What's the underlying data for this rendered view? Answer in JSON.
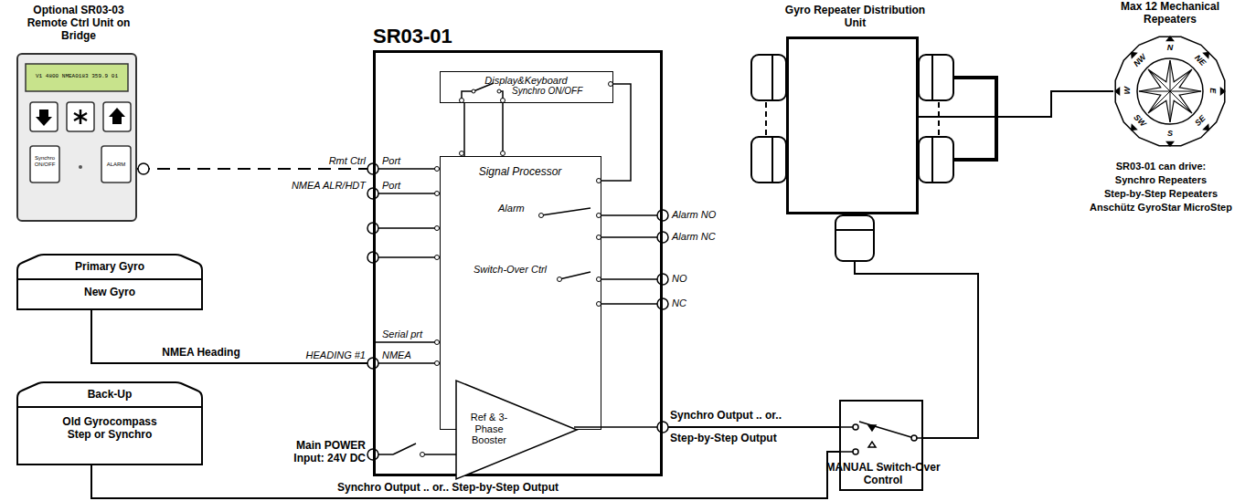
{
  "diagram": {
    "nodes": [
      {
        "text": [
          "Optional SR03-03 Remote Ctrl Unit on Bridge"
        ]
      },
      {
        "text": [
          "SR03-01"
        ]
      },
      {
        "text": [
          "Display&Keyboard"
        ],
        "in": 1
      },
      {
        "text": [
          "Signal Processor"
        ],
        "in": 1
      },
      {
        "text": [
          "Ref & 3-Phase Booster"
        ],
        "in": 3
      },
      {
        "text": [
          "Primary Gyro",
          "New Gyro"
        ]
      },
      {
        "text": [
          "Back-Up",
          "Old Gyrocompass Step or Synchro"
        ]
      },
      {
        "text": [
          "Gyro Repeater Distribution Unit"
        ]
      },
      {
        "text": [
          "Max 12 Mechanical Repeaters"
        ]
      },
      {
        "text": [
          "MANUAL Switch-Over Control"
        ]
      }
    ],
    "edges": [
      {
        "from": 0,
        "to": 1,
        "arrow": "none"
      },
      {
        "from": 5,
        "to": 1,
        "label": "NMEA Heading",
        "arrow": "none"
      },
      {
        "from": 1,
        "to": 9,
        "label": "Synchro Output .. or..",
        "arrow": "none"
      },
      {
        "from": 6,
        "to": 9,
        "label": "Synchro Output .. or..  Step-by-Step Output",
        "arrow": "none"
      },
      {
        "from": 9,
        "to": 7,
        "arrow": "none"
      },
      {
        "from": 7,
        "to": 8,
        "arrow": "none"
      },
      {
        "from": 2,
        "to": 3,
        "arrow": "none"
      }
    ],
    "labels": [
      "V1 4800 NMEA0183 359.9 01",
      "Synchro ON/OFF",
      "ALARM",
      "Rmt Ctrl",
      "Port",
      "NMEA ALR/HDT",
      "Port",
      "Synchro ON/OFF",
      "Alarm",
      "Alarm NO",
      "Alarm NC",
      "Switch-Over Ctrl",
      "NO",
      "NC",
      "Serial prt",
      "HEADING #1",
      "NMEA",
      "Main POWER Input: 24V DC",
      "Step-by-Step Output",
      "SR03-01 can drive:",
      "Synchro Repeaters",
      "Step-by-Step Repeaters",
      "Anschütz GyroStar MicroStep",
      "N",
      "NE",
      "E",
      "SE",
      "S",
      "SW",
      "W",
      "NW"
    ]
  }
}
